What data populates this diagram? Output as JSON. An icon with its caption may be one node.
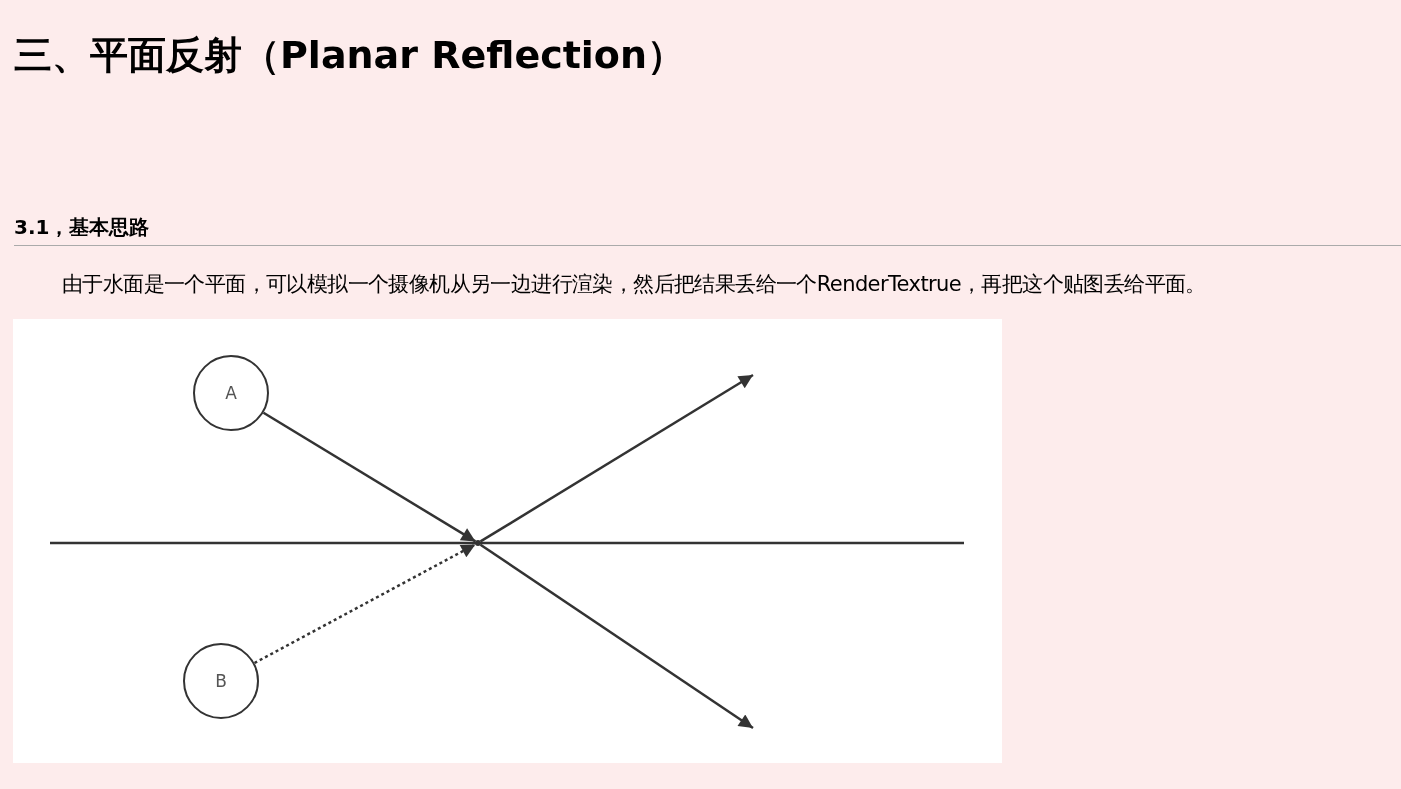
{
  "diagram": {
    "title": "三、平面反射（Planar Reflection）",
    "nodes": [
      {
        "text": [
          "A"
        ]
      },
      {
        "text": [
          "B"
        ]
      },
      {
        "text": [],
        "shape": "point"
      }
    ],
    "edges": [
      {
        "from": 0,
        "to": 2,
        "arrow": "to"
      },
      {
        "from": 2,
        "to": null,
        "arrow": "to"
      },
      {
        "from": 1,
        "to": 2,
        "arrow": "to",
        "style": "dashed"
      },
      {
        "from": 2,
        "to": null,
        "arrow": "to"
      }
    ],
    "labels": [
      "3.1，基本思路",
      "由于水面是一个平面，可以模拟一个摄像机从另一边进行渲染，然后把结果丢给一个RenderTextrue，再把这个贴图丢给平面。"
    ]
  }
}
